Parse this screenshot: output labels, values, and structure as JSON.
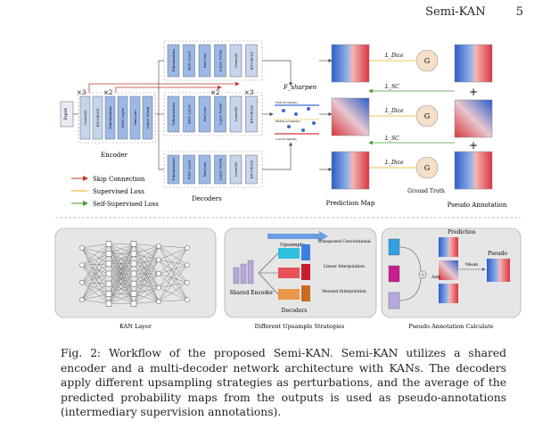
{
  "header": {
    "running_title": "Semi-KAN",
    "page_number": "5"
  },
  "figure": {
    "top": {
      "repeat_labels": [
        "×3",
        "×2",
        "×2",
        "×3"
      ],
      "input_label": "Input",
      "encoder_blocks": [
        "Conv2D",
        "BN+ReLU",
        "Tokenization",
        "KAN Layer",
        "DwConv",
        "Layer Norm"
      ],
      "decoder_blocks": [
        "Tokenization",
        "KAN Layer",
        "DwConv",
        "Layer Norm",
        "Conv2D",
        "BN+ReLU"
      ],
      "encoder_label": "Encoder",
      "decoders_label": "Decoders",
      "f_sharpen": "F_sharpen",
      "sharpen_small": [
        "High Probability",
        "Low Probability",
        "Middle probability"
      ],
      "prediction_map_label": "Prediction Map",
      "ground_truth_label": "Ground Truth",
      "pseudo_annotation_label": "Pseudo Annotation",
      "g_label": "G",
      "loss_labels": [
        "L_Dice",
        "L_SC",
        "L_Dice",
        "L_SC",
        "L_Dice"
      ],
      "plus": "+",
      "legend": [
        {
          "label": "Skip Connection",
          "color": "#c0392b"
        },
        {
          "label": "Supervised Loss",
          "color": "#e0b020"
        },
        {
          "label": "Self-Supervised Loss",
          "color": "#4a9a3a"
        }
      ]
    },
    "bottom": {
      "kan_layer_label": "KAN Layer",
      "upsample_label": "Different Upsample Strategies",
      "upsample_arrow": "Upsample",
      "shared_encoder": "Shared Encoder",
      "decoders": "Decoders",
      "strategies": [
        "Transposed Convolutional",
        "Linear Interpolation",
        "Nearest Interpolation"
      ],
      "pseudo_calc_label": "Pseudo Annotation Calculate",
      "prediction": "Prediction",
      "pseudo": "Pseudo",
      "mean": "Mean",
      "add": "Add"
    }
  },
  "caption": "Fig. 2: Workflow of the proposed Semi-KAN. Semi-KAN utilizes a shared encoder and a multi-decoder network architecture with KANs. The decoders apply different upsampling strategies as perturbations, and the average of the predicted probability maps from the outputs is used as pseudo-annotations (intermediary supervision annotations)."
}
